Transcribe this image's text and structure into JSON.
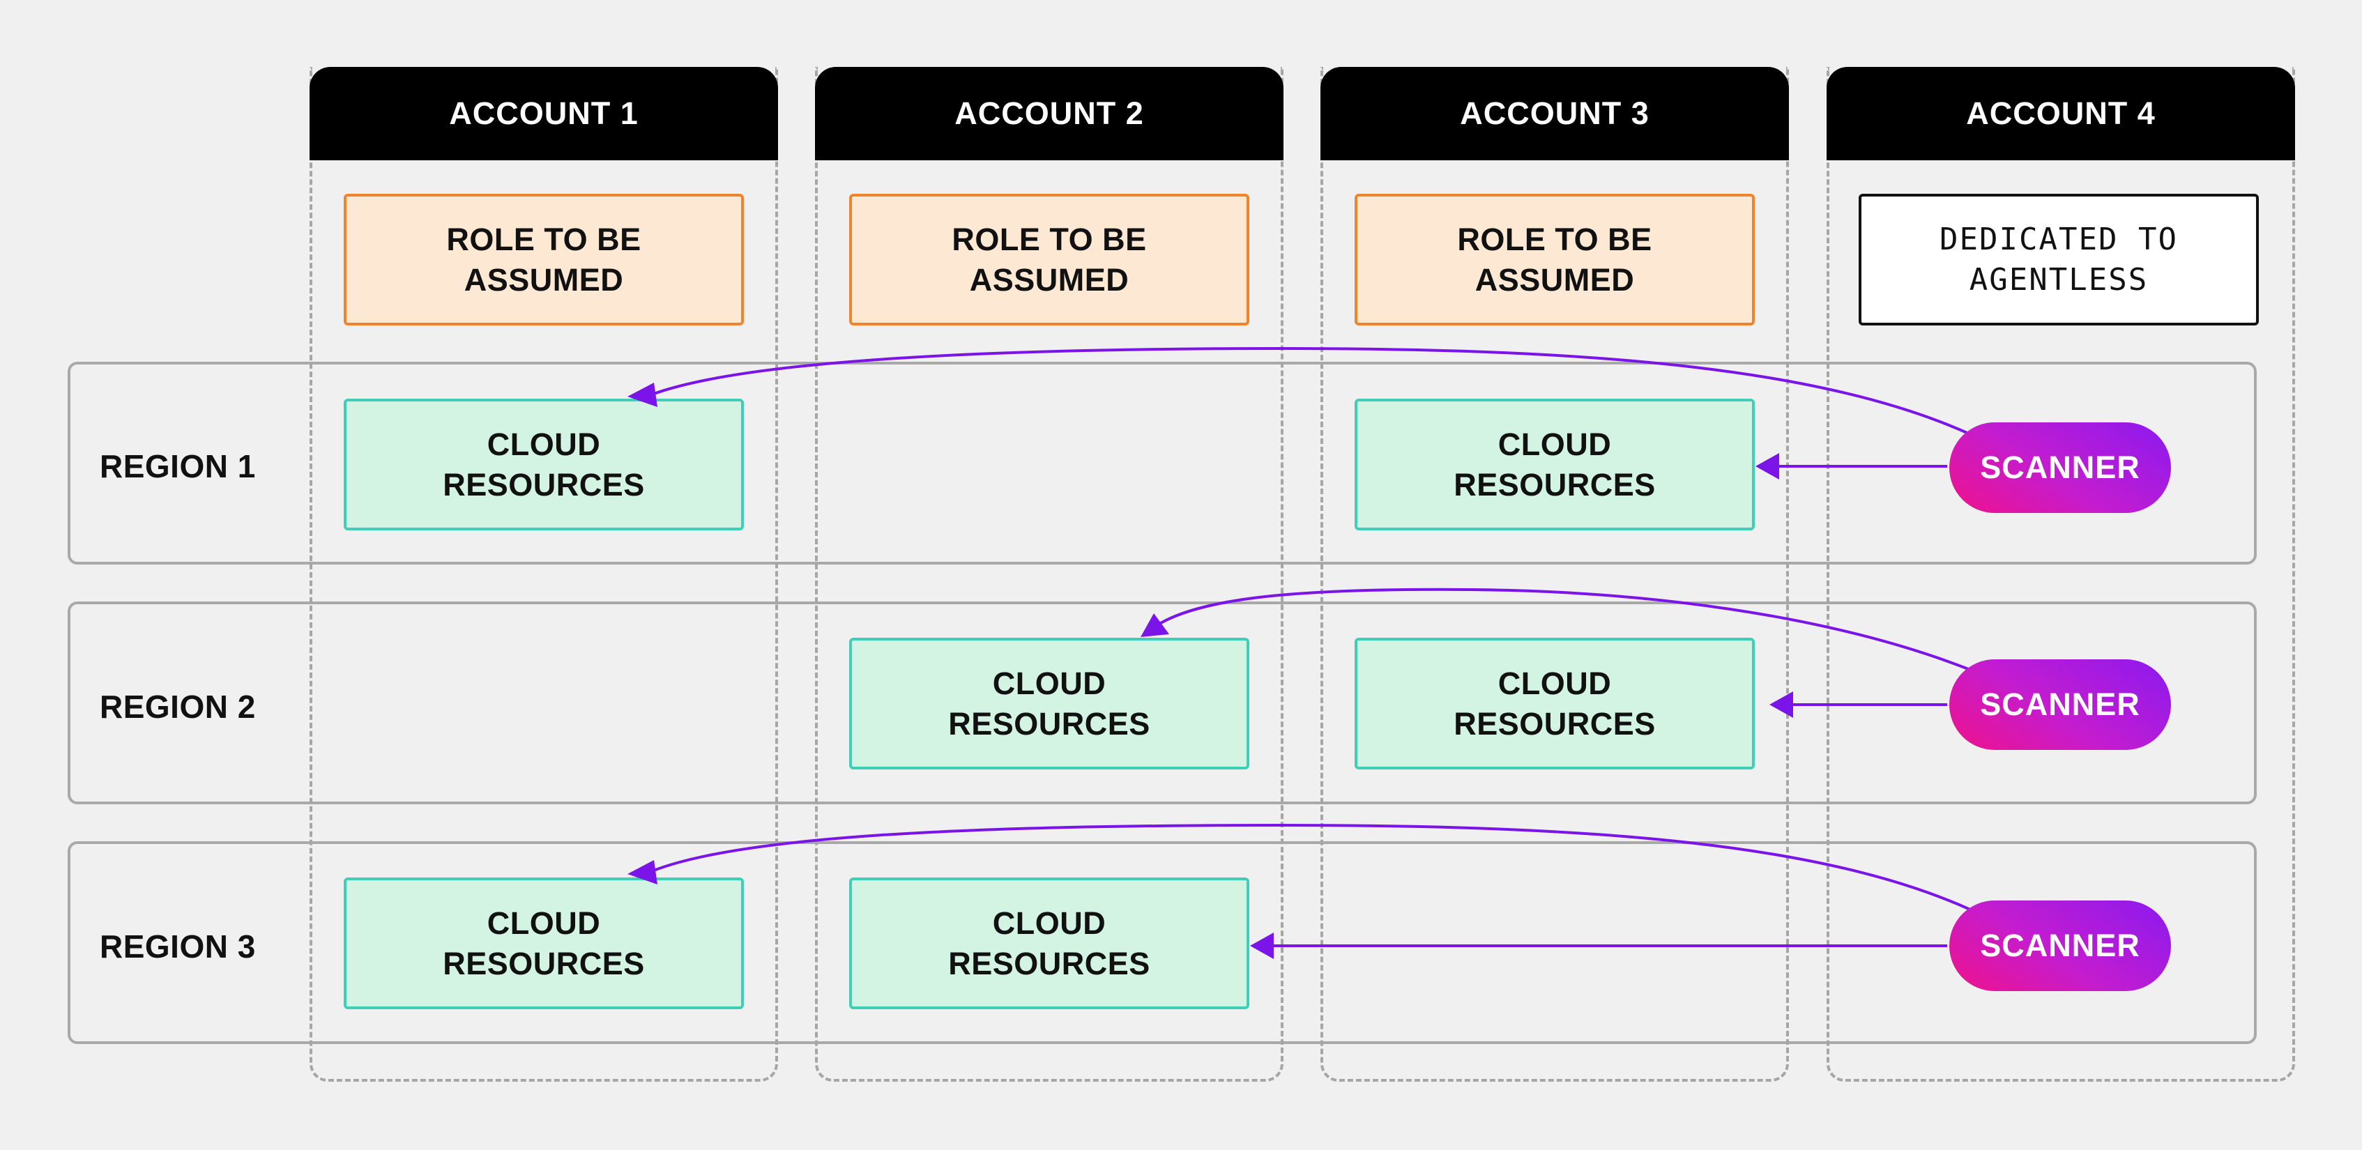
{
  "columns": [
    {
      "header": "ACCOUNT 1",
      "top_box": {
        "kind": "role",
        "text": "ROLE TO BE ASSUMED"
      }
    },
    {
      "header": "ACCOUNT 2",
      "top_box": {
        "kind": "role",
        "text": "ROLE TO BE ASSUMED"
      }
    },
    {
      "header": "ACCOUNT 3",
      "top_box": {
        "kind": "role",
        "text": "ROLE TO BE ASSUMED"
      }
    },
    {
      "header": "ACCOUNT 4",
      "top_box": {
        "kind": "dedicated",
        "text": "DEDICATED TO AGENTLESS"
      }
    }
  ],
  "regions": [
    {
      "label": "REGION 1",
      "scanner": "SCANNER",
      "resources_in": [
        "ACCOUNT 1",
        "ACCOUNT 3"
      ]
    },
    {
      "label": "REGION 2",
      "scanner": "SCANNER",
      "resources_in": [
        "ACCOUNT 2",
        "ACCOUNT 3"
      ]
    },
    {
      "label": "REGION 3",
      "scanner": "SCANNER",
      "resources_in": [
        "ACCOUNT 1",
        "ACCOUNT 2"
      ]
    }
  ],
  "resource_label": "CLOUD RESOURCES",
  "colors": {
    "header_bg": "#000000",
    "role_fill": "#fde8d4",
    "role_border": "#f0842c",
    "cloud_fill": "#d3f4e2",
    "cloud_border": "#3fcfb8",
    "arrow": "#7b14e8",
    "scanner_gradient": [
      "#f0128b",
      "#8b1aef"
    ]
  }
}
